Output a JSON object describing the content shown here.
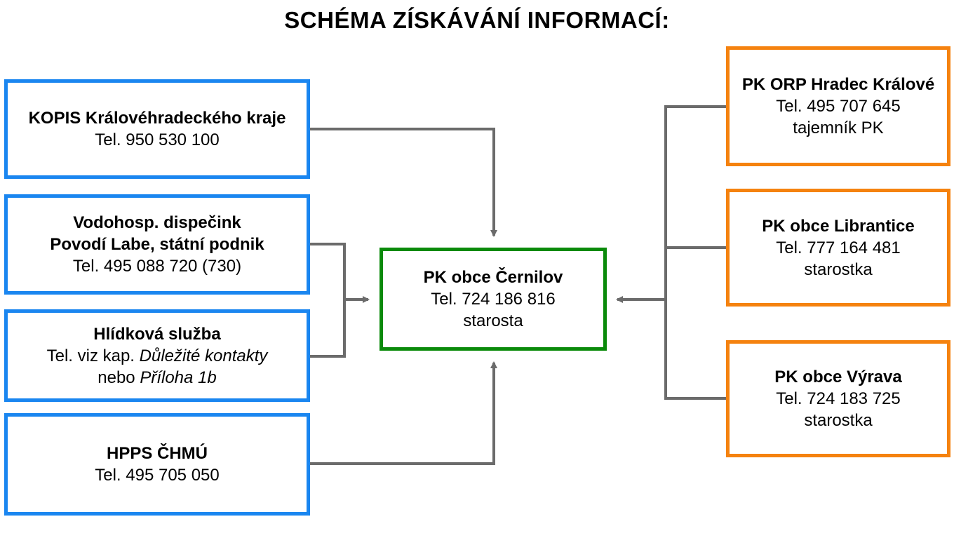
{
  "title": "SCHÉMA ZÍSKÁVÁNÍ INFORMACÍ:",
  "colors": {
    "left_border": "#1a86f0",
    "right_border": "#f5820f",
    "center_border": "#0a8a0a",
    "connector": "#6b6b6b"
  },
  "center": {
    "name": "PK obce Černilov",
    "tel": "Tel. 724 186 816",
    "role": "starosta"
  },
  "left": [
    {
      "name": "KOPIS Královéhradeckého kraje",
      "tel": "Tel. 950 530 100"
    },
    {
      "name1": "Vodohosp. dispečink",
      "name2": "Povodí Labe, státní podnik",
      "tel": "Tel. 495 088 720 (730)"
    },
    {
      "name": "Hlídková služba",
      "tel_prefix": "Tel. viz kap. ",
      "tel_italic": "Důležité kontakty",
      "alt_prefix": "nebo ",
      "alt_italic": "Příloha 1b"
    },
    {
      "name": "HPPS ČHMÚ",
      "tel": "Tel. 495 705 050"
    }
  ],
  "right": [
    {
      "name": "PK ORP Hradec Králové",
      "tel": "Tel. 495 707 645",
      "role": "tajemník PK"
    },
    {
      "name": "PK obce Librantice",
      "tel": "Tel. 777 164 481",
      "role": "starostka"
    },
    {
      "name": "PK obce Výrava",
      "tel": "Tel. 724 183 725",
      "role": "starostka"
    }
  ]
}
